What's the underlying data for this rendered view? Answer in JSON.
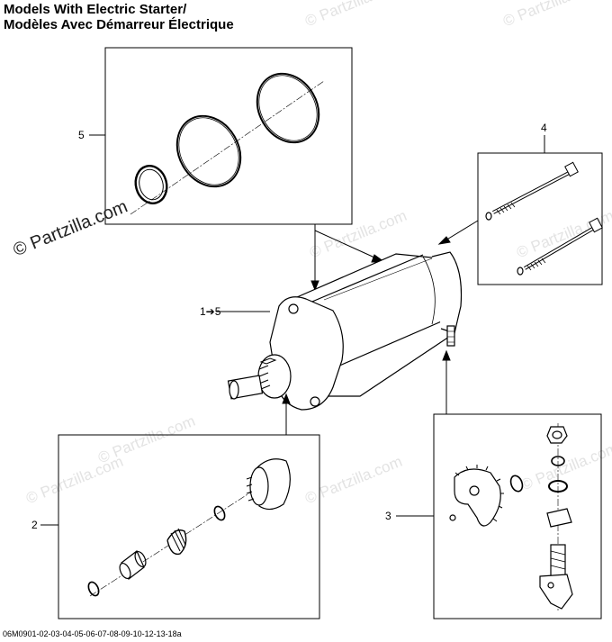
{
  "title": {
    "line1": "Models With Electric Starter/",
    "line2": "Modèles Avec Démarreur Électrique"
  },
  "callouts": {
    "group_5": "5",
    "group_4": "4",
    "assembly": "1➔5",
    "group_2": "2",
    "group_3": "3"
  },
  "watermark": {
    "main": "© Partzilla.com",
    "faint": "© Partzilla.com"
  },
  "footer": {
    "code": "06M0901-02-03-04-05-06-07-08-09-10-12-13-18a"
  },
  "colors": {
    "line": "#000000",
    "watermark_faint": "#e3e3e3",
    "background": "#ffffff"
  }
}
